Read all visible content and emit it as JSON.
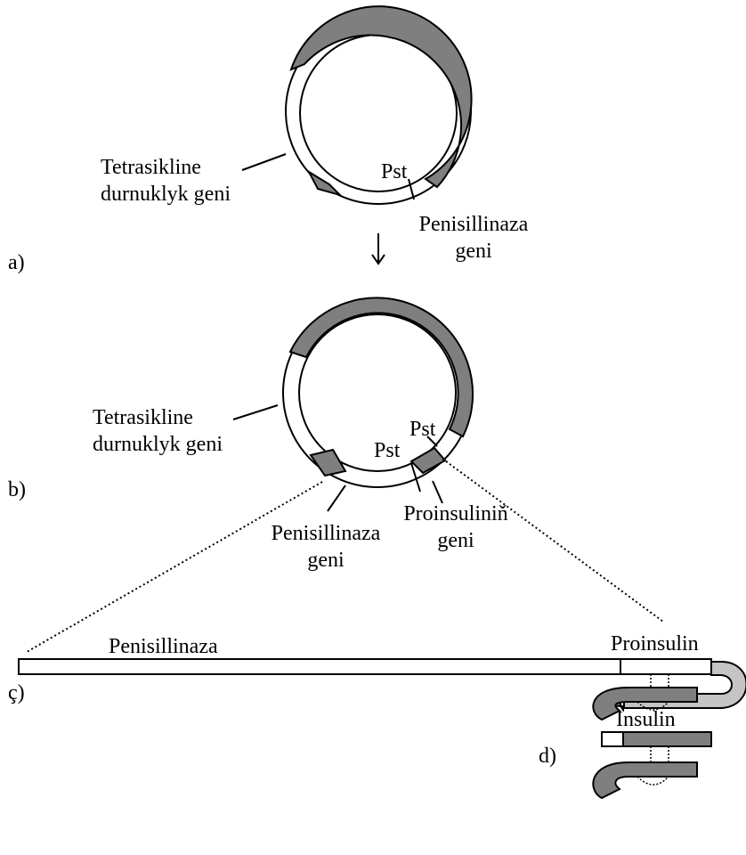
{
  "panels": {
    "a": {
      "panel_label": "a)",
      "tetracycline_gene": [
        "Tetrasikline",
        "durnuklyk geni"
      ],
      "pst_site": "Pst",
      "penicillinase_gene": [
        "Penisillinaza",
        "geni"
      ]
    },
    "b": {
      "panel_label": "b)",
      "tetracycline_gene": [
        "Tetrasikline",
        "durnuklyk geni"
      ],
      "pst_site_1": "Pst",
      "pst_site_2": "Pst",
      "penicillinase_gene": [
        "Penisillinaza",
        "geni"
      ],
      "proinsulin_gene": [
        "Proinsuliniň",
        "geni"
      ]
    },
    "c": {
      "panel_label": "ç)",
      "penicillinase_segment": "Penisillinaza",
      "proinsulin_segment": "Proinsulin"
    },
    "d": {
      "panel_label": "d)",
      "insulin": "Insulin"
    }
  },
  "colors": {
    "dark_segment": "#7f7f7f",
    "light_segment": "#c4c4c4",
    "outline": "#000000",
    "background": "#ffffff"
  },
  "icons": {
    "transition_arrow": "down-arrow-icon"
  }
}
